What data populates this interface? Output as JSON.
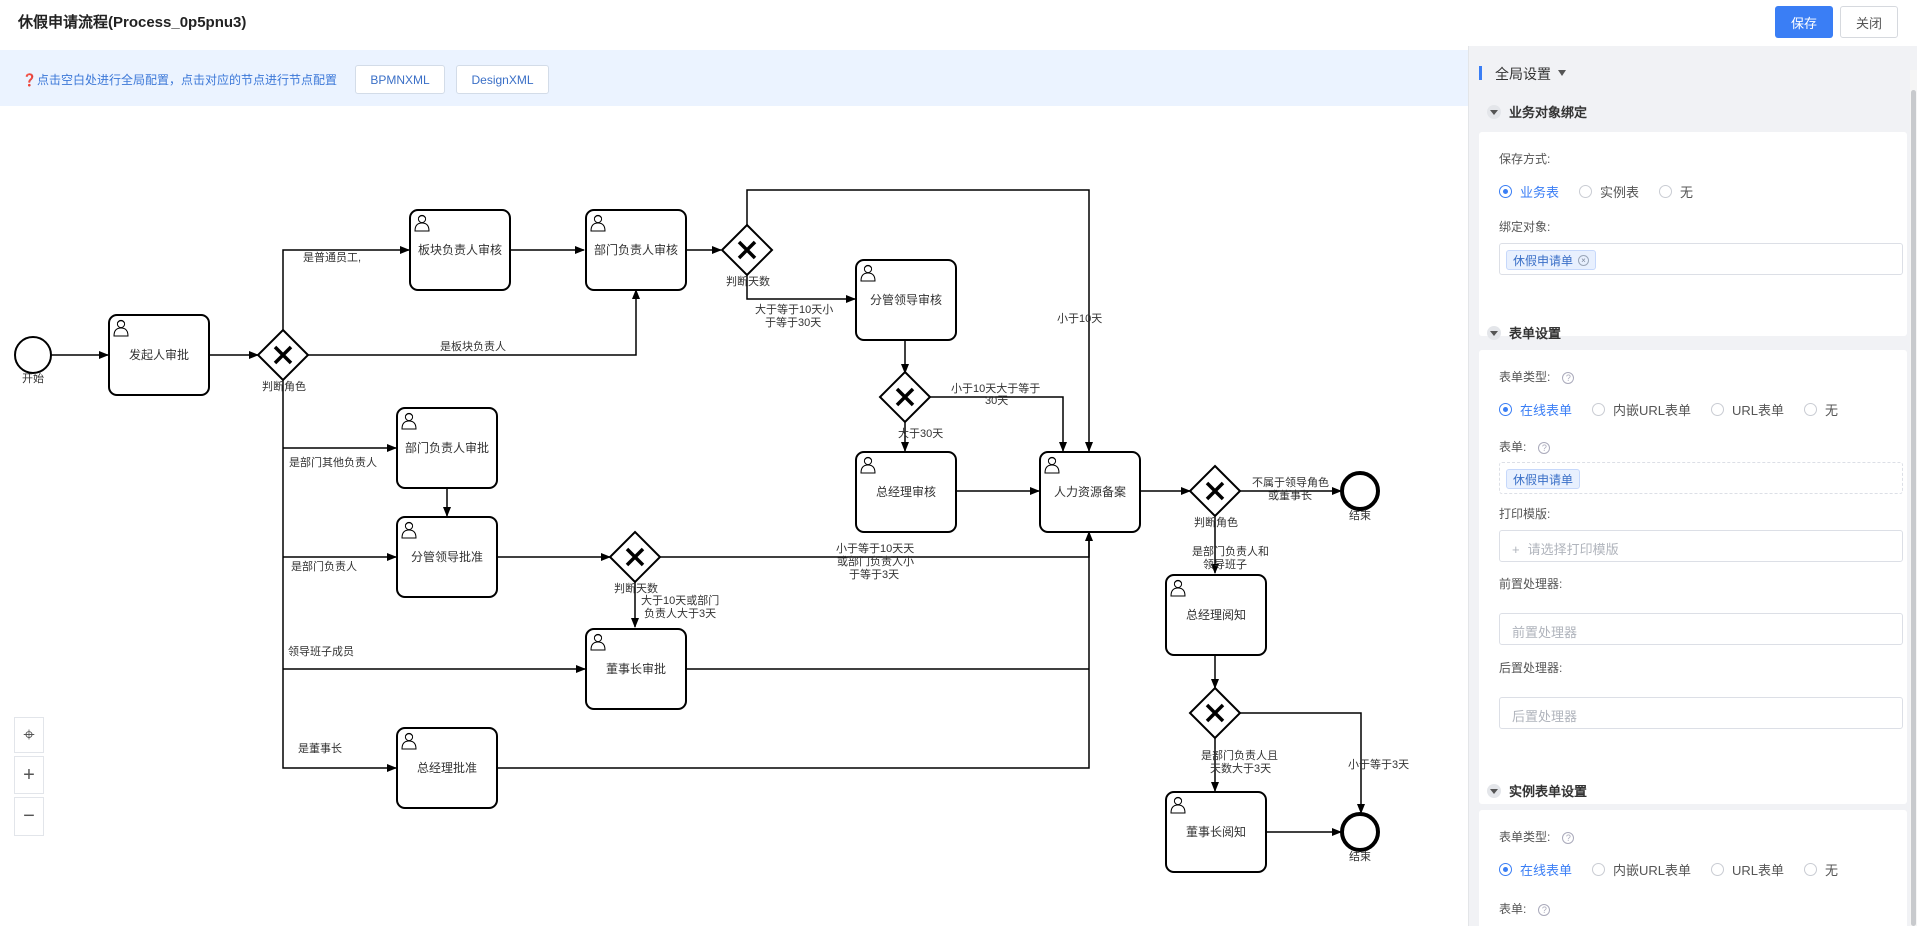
{
  "header": {
    "title": "休假申请流程(Process_0p5pnu3)",
    "save_label": "保存",
    "close_label": "关闭"
  },
  "tipbar": {
    "text": "❓点击空白处进行全局配置，点击对应的节点进行节点配置",
    "btn_bpmn": "BPMNXML",
    "btn_design": "DesignXML"
  },
  "diagram": {
    "nodes": {
      "start": "开始",
      "initiator": "发起人审批",
      "gw_role": "判断角色",
      "sector_review": "板块负责人审核",
      "dept_review": "部门负责人审核",
      "gw_days1": "判断天数",
      "vp_review": "分管领导审核",
      "dept_approve": "部门负责人审批",
      "vp_approve": "分管领导批准",
      "gw_days2": "判断天数",
      "gm_review": "总经理审核",
      "hr_record": "人力资源备案",
      "gw_role2": "判断角色",
      "end1": "结束",
      "chairman_approve": "董事长审批",
      "gm_approve": "总经理批准",
      "gm_notice": "总经理阅知",
      "chairman_notice": "董事长阅知",
      "end2": "结束"
    },
    "edges": {
      "is_staff": "是普通员工,",
      "is_sector": "是板块负责人",
      "is_other": "是部门其他负责人",
      "is_dept": "是部门负责人",
      "is_leader": "领导班子成员",
      "is_chairman": "是董事长",
      "ge10_le30_a": "大于等于10天小",
      "ge10_le30_b": "于等于30天",
      "lt10_top": "小于10天",
      "lt10_ge30_a": "小于10天大于等于",
      "lt10_ge30_b": "30天",
      "gt30": "大于30天",
      "le10_a": "小于等于10天天",
      "le10_b": "或部门负责人小",
      "le10_c": "于等于3天",
      "gt10_a": "大于10天或部门",
      "gt10_b": "负责人大于3天",
      "not_leader_a": "不属于领导角色",
      "not_leader_b": "或董事长",
      "dept_leader_a": "是部门负责人和",
      "dept_leader_b": "领导班子",
      "dept_gt3_a": "是部门负责人且",
      "dept_gt3_b": "天数大于3天",
      "le3": "小于等于3天"
    }
  },
  "zoom": {
    "fit": "⌖",
    "in": "+",
    "out": "−"
  },
  "panel": {
    "header": "全局设置",
    "sec1": {
      "title": "业务对象绑定",
      "save_mode_label": "保存方式:",
      "options": [
        "业务表",
        "实例表",
        "无"
      ],
      "bind_label": "绑定对象:",
      "bind_tag": "休假申请单"
    },
    "sec2": {
      "title": "表单设置",
      "type_label": "表单类型:",
      "options": [
        "在线表单",
        "内嵌URL表单",
        "URL表单",
        "无"
      ],
      "form_label": "表单:",
      "form_tag": "休假申请单",
      "print_label": "打印模版:",
      "print_placeholder": "请选择打印模版",
      "pre_label": "前置处理器:",
      "pre_placeholder": "前置处理器",
      "post_label": "后置处理器:",
      "post_placeholder": "后置处理器"
    },
    "sec3": {
      "title": "实例表单设置",
      "type_label": "表单类型:",
      "options": [
        "在线表单",
        "内嵌URL表单",
        "URL表单",
        "无"
      ],
      "form_label": "表单:"
    }
  }
}
